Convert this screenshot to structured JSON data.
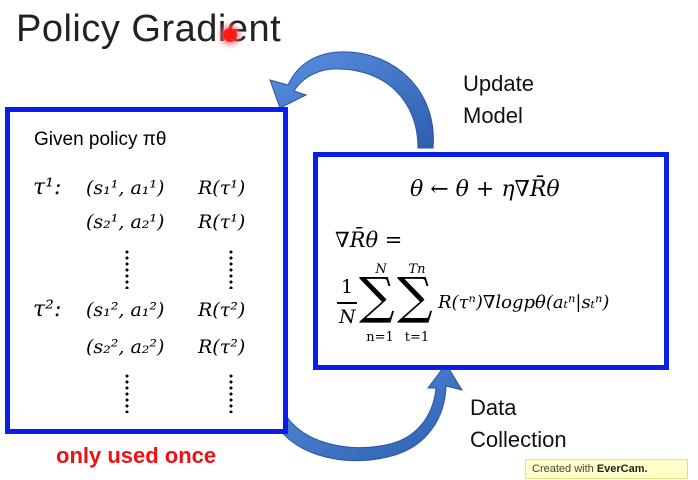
{
  "title": "Policy Gradient",
  "left_box": {
    "given_label": "Given policy πθ",
    "tau1": "τ¹:",
    "tau2": "τ²:",
    "rows": [
      {
        "pair": "(s₁¹, a₁¹)",
        "reward": "R(τ¹)"
      },
      {
        "pair": "(s₂¹, a₂¹)",
        "reward": "R(τ¹)"
      },
      {
        "pair": "(s₁², a₁²)",
        "reward": "R(τ²)"
      },
      {
        "pair": "(s₂², a₂²)",
        "reward": "R(τ²)"
      }
    ]
  },
  "right_box": {
    "update_rule": "θ ← θ + η∇R̄θ",
    "grad_lhs": "∇R̄θ =",
    "frac_num": "1",
    "frac_den": "N",
    "sum1_top": "N",
    "sum1_bottom": "n=1",
    "sum2_top": "Tn",
    "sum2_bottom": "t=1",
    "summand": "R(τⁿ)∇logpθ(aₜⁿ|sₜⁿ)"
  },
  "labels": {
    "update": "Update Model",
    "data": "Data Collection",
    "only_once": "only used once"
  },
  "watermark": {
    "prefix": "Created with",
    "brand": "EverCam."
  },
  "colors": {
    "box_border": "#0a1ee8",
    "arrow": "#3f74c8",
    "emphasis_text": "#ee1111",
    "watermark_bg": "#ffffc8"
  }
}
